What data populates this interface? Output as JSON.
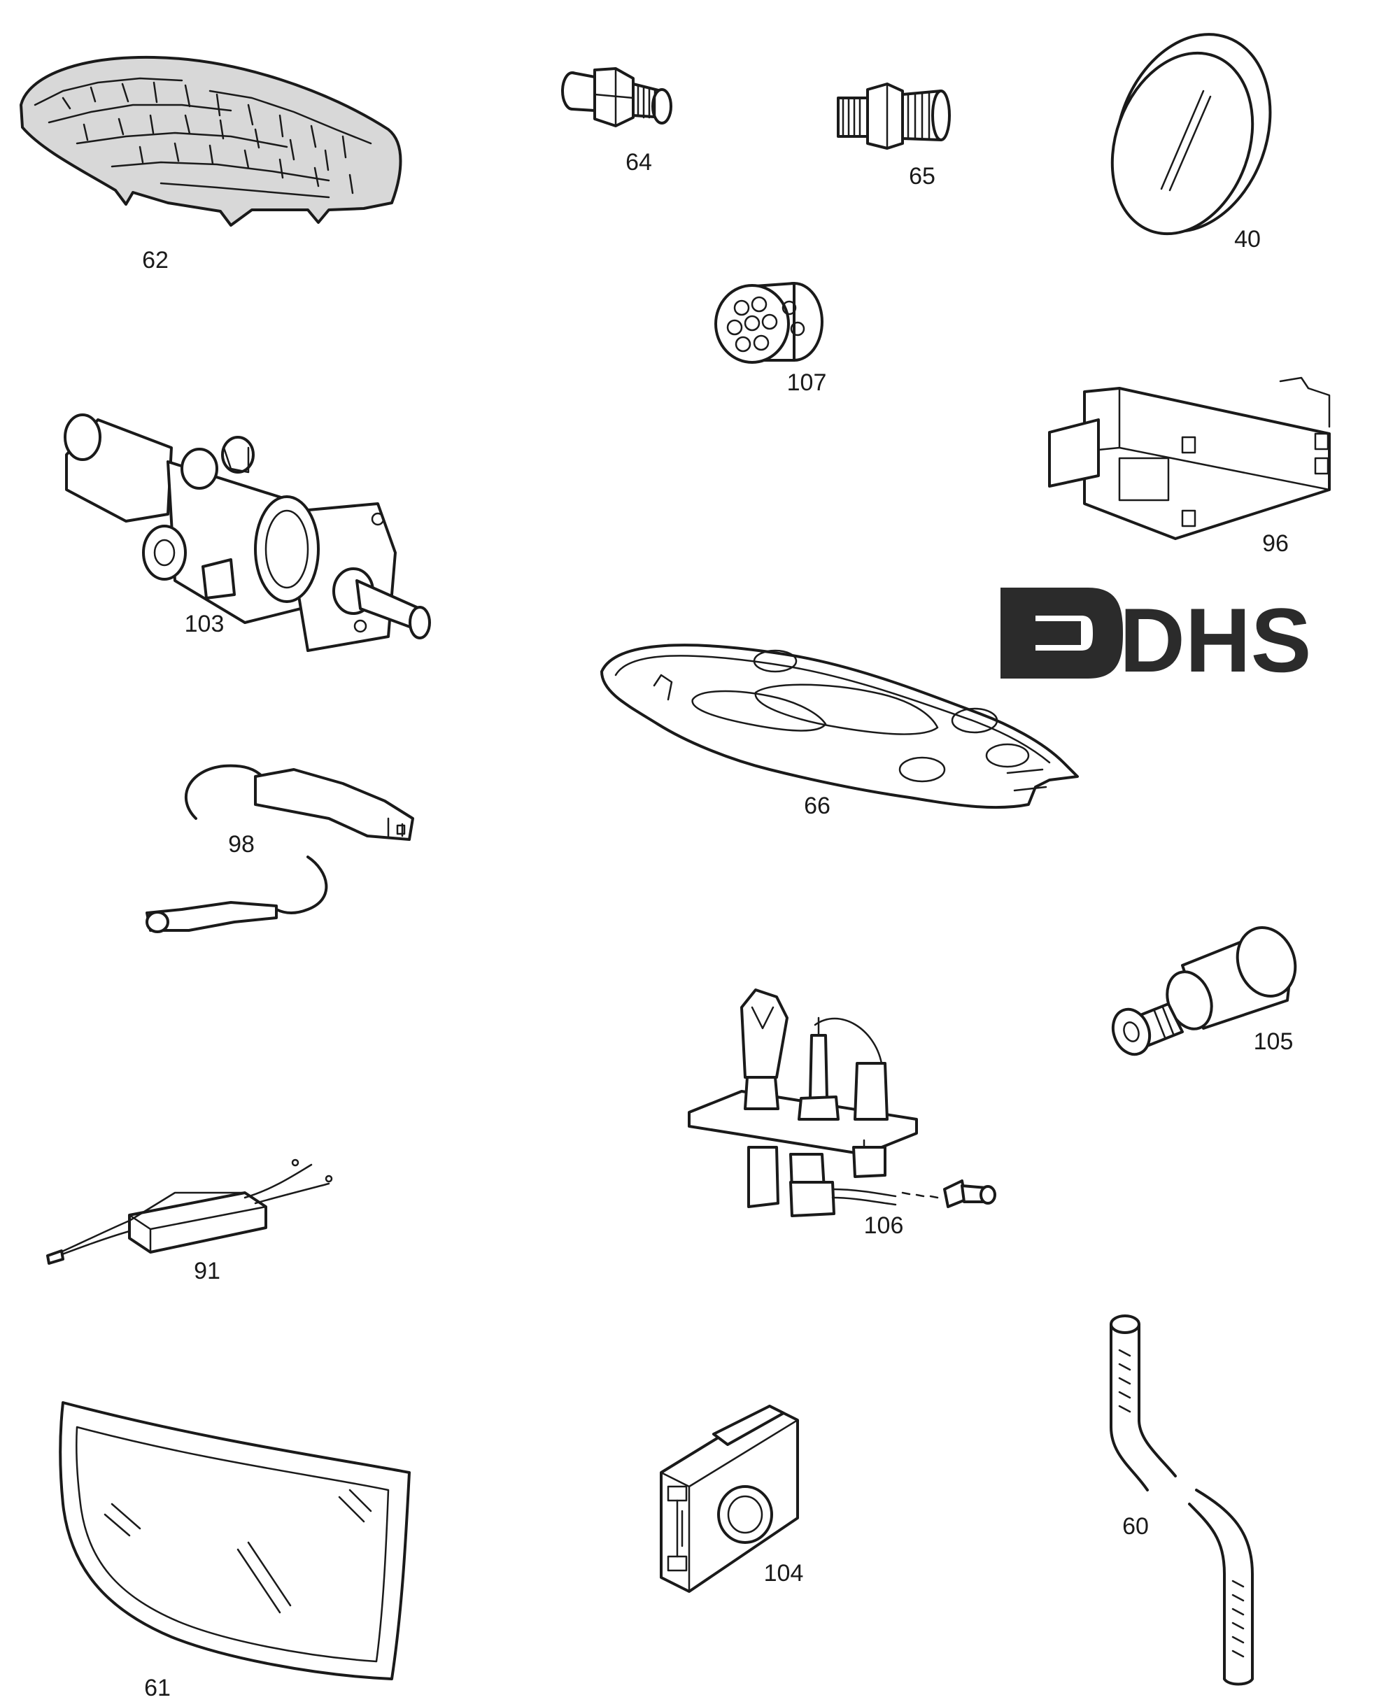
{
  "diagram": {
    "logo": {
      "text": "DHS"
    },
    "parts": [
      {
        "id": "62",
        "label": "62",
        "icon": "ceramic-fuel-bed-icon"
      },
      {
        "id": "64",
        "label": "64",
        "icon": "pipe-nipple-icon"
      },
      {
        "id": "65",
        "label": "65",
        "icon": "pipe-nipple-icon"
      },
      {
        "id": "40",
        "label": "40",
        "icon": "control-knob-icon"
      },
      {
        "id": "107",
        "label": "107",
        "icon": "injector-filter-icon"
      },
      {
        "id": "96",
        "label": "96",
        "icon": "spark-generator-icon"
      },
      {
        "id": "103",
        "label": "103",
        "icon": "gas-valve-icon"
      },
      {
        "id": "66",
        "label": "66",
        "icon": "burner-gasket-icon"
      },
      {
        "id": "98",
        "label": "98",
        "icon": "ignition-lead-icon"
      },
      {
        "id": "105",
        "label": "105",
        "icon": "piezo-igniter-icon"
      },
      {
        "id": "106",
        "label": "106",
        "icon": "pilot-assembly-icon"
      },
      {
        "id": "91",
        "label": "91",
        "icon": "resistor-lead-icon"
      },
      {
        "id": "61",
        "label": "61",
        "icon": "glass-panel-icon"
      },
      {
        "id": "104",
        "label": "104",
        "icon": "battery-housing-icon"
      },
      {
        "id": "60",
        "label": "60",
        "icon": "flexible-pipe-icon"
      }
    ]
  }
}
